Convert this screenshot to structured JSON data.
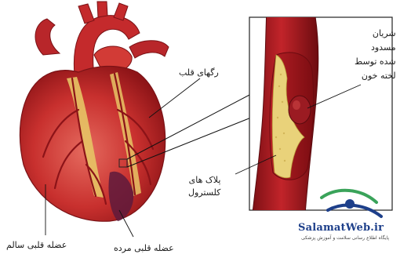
{
  "labels": {
    "heart_vessels": "رگهای قلب",
    "blocked_artery": [
      "شریان",
      "مسدود",
      "شده توسط",
      "لخته خون"
    ],
    "cholesterol_plaque": [
      "پلاک های",
      "کلسترول"
    ],
    "healthy_muscle": "عضله قلبی سالم",
    "dead_muscle": "عضله قلبی مرده"
  },
  "logo": {
    "name": "SalamatWeb.ir",
    "tagline": "پایگاه اطلاع رسانی سلامت و آموزش پزشکی"
  },
  "colors": {
    "heart_red": "#c8302e",
    "vessel_red": "#a8181e",
    "plaque_yellow": "#e9d27a",
    "logo_blue": "#1d3f8a",
    "logo_green": "#3aa35a"
  }
}
